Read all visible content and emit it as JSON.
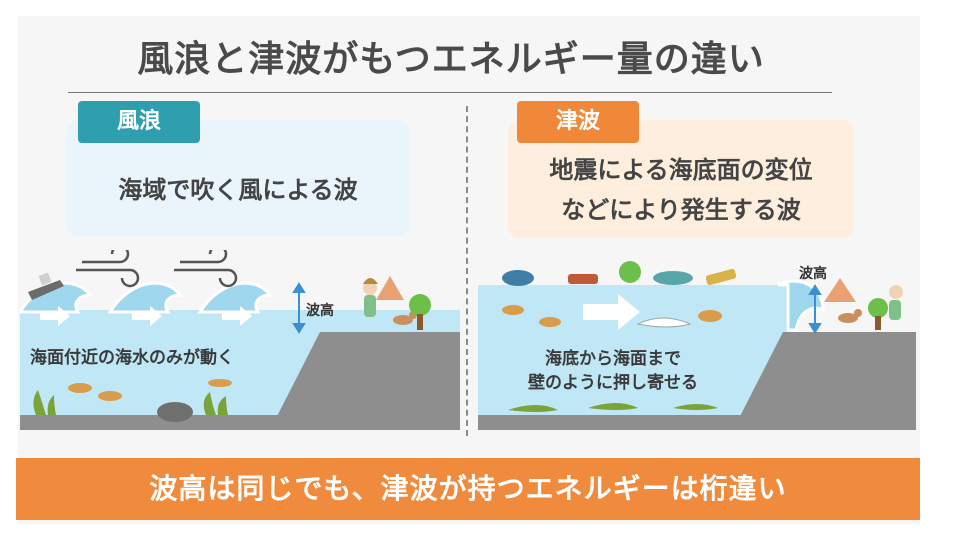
{
  "title": "風浪と津波がもつエネルギー量の違い",
  "left": {
    "tag": "風浪",
    "description": "海域で吹く風による波",
    "scene_text": "海面付近の海水のみが動く",
    "wave_height_label": "波高"
  },
  "right": {
    "tag": "津波",
    "description_lines": [
      "地震による海底面の変位",
      "などにより発生する波"
    ],
    "scene_text_lines": [
      "海底から海面まで",
      "壁のように押し寄せる"
    ],
    "wave_height_label": "波高"
  },
  "banner": "波高は同じでも、津波が持つエネルギーは桁違い",
  "colors": {
    "wind_wave_tag": "#2f9fb0",
    "tsunami_tag": "#f0883a",
    "banner": "#f08a3c",
    "sea": "#bfe7f5",
    "ground": "#8e8e8e"
  }
}
